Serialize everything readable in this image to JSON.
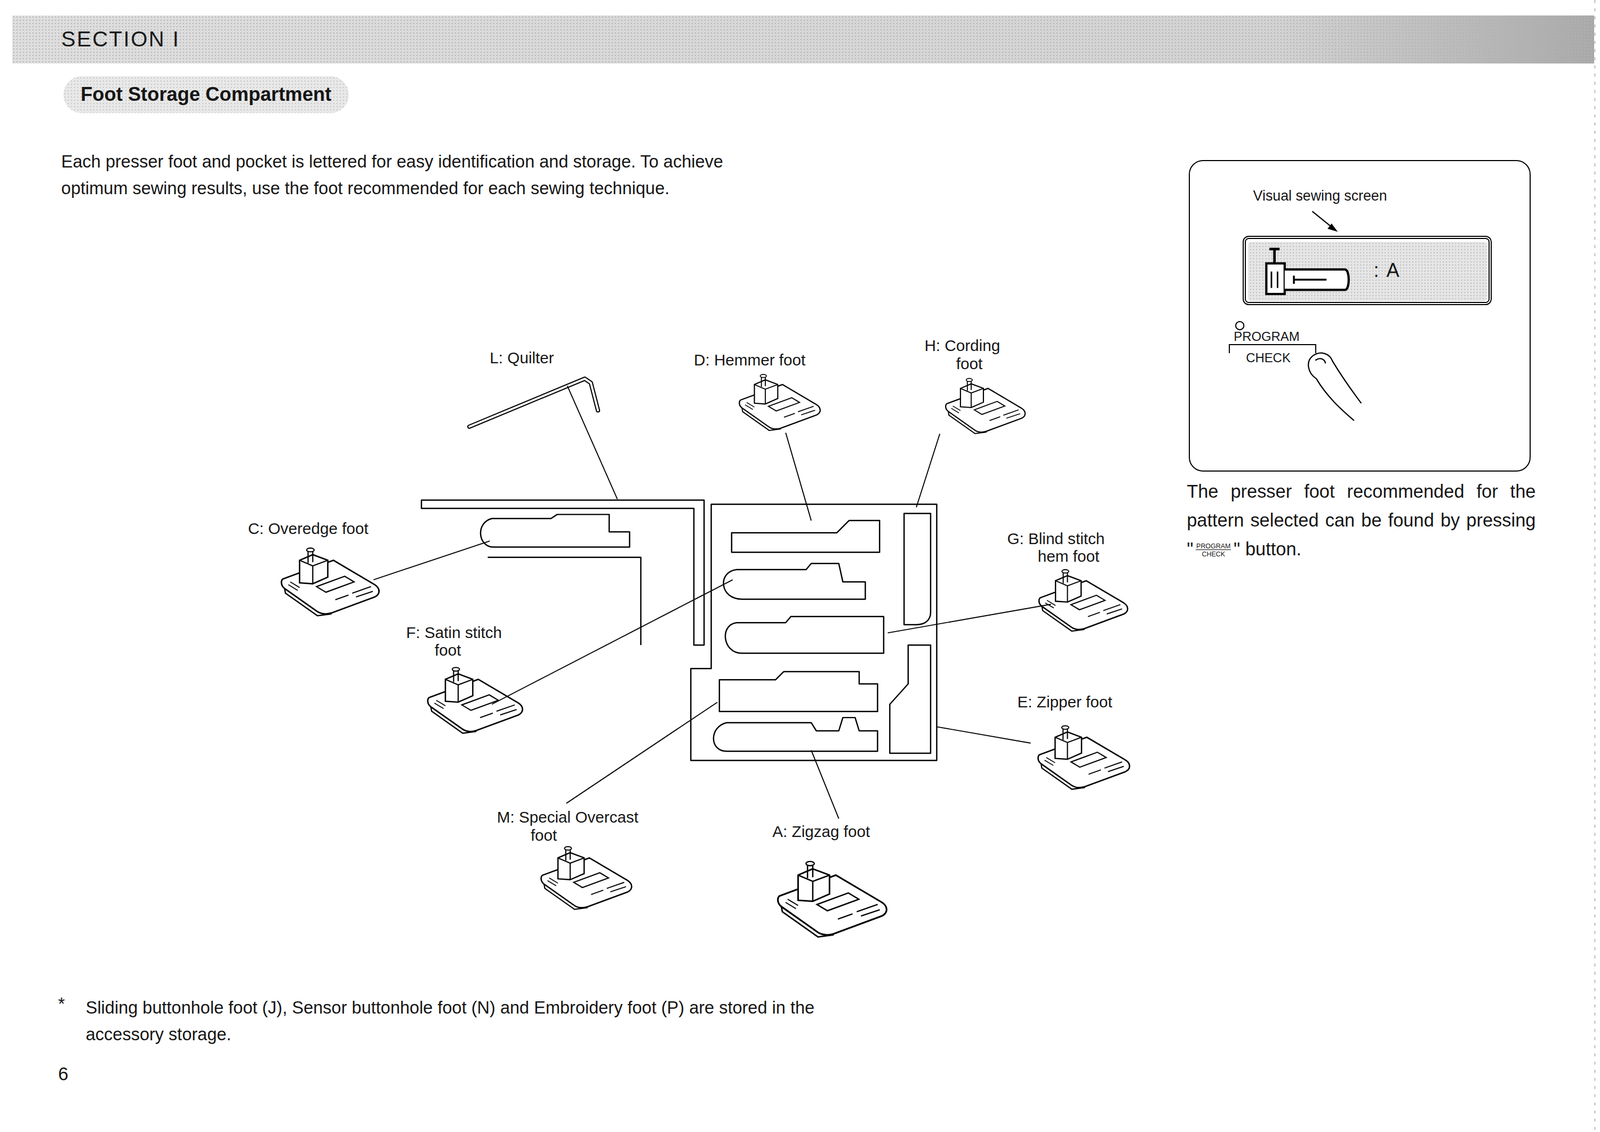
{
  "diagram": {
    "title": "Foot Storage Compartment",
    "nodes": [
      {
        "text": [
          "SECTION I"
        ]
      },
      {
        "text": [
          "Visual sewing screen"
        ]
      },
      {
        "text": [
          ": A"
        ],
        "in": 1
      },
      {
        "text": [
          "PROGRAM",
          "CHECK"
        ],
        "in": 1
      }
    ],
    "labels": [
      "Each presser foot and pocket is lettered for easy identification and storage. To achieve optimum sewing results, use the foot recommended for each sewing technique.",
      "L: Quilter",
      "D: Hemmer foot",
      "H: Cording foot",
      "C: Overedge foot",
      "F: Satin stitch foot",
      "G: Blind stitch hem foot",
      "E: Zipper foot",
      "M: Special Overcast foot",
      "A: Zigzag foot",
      "The presser foot recommended for the pattern selected can be found by pressing \"",
      "PROGRAM",
      "CHECK",
      "\" button.",
      "*",
      "Sliding buttonhole foot (J), Sensor buttonhole foot (N) and Embroidery foot (P) are stored in the accessory storage.",
      "6"
    ]
  }
}
